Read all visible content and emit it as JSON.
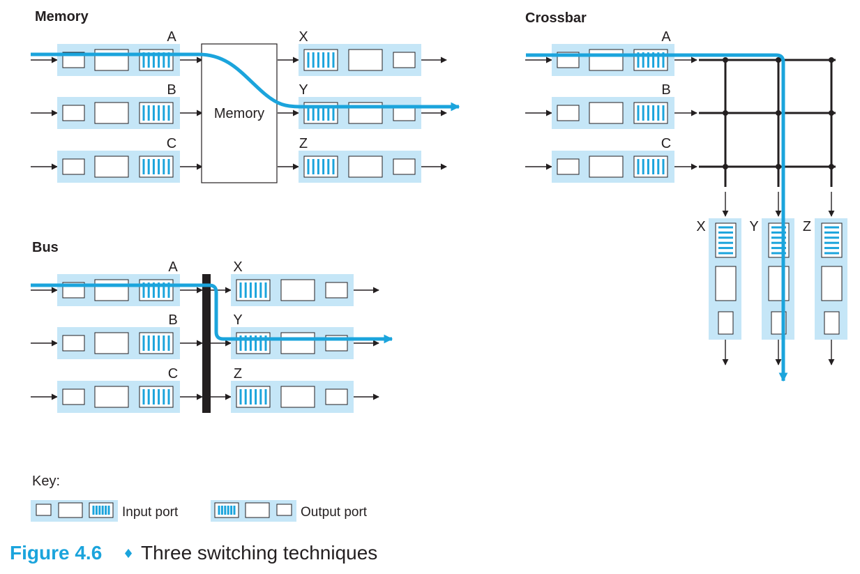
{
  "sections": {
    "memory": {
      "title": "Memory",
      "center_label": "Memory"
    },
    "crossbar": {
      "title": "Crossbar"
    },
    "bus": {
      "title": "Bus"
    }
  },
  "input_ports": [
    "A",
    "B",
    "C"
  ],
  "output_ports": [
    "X",
    "Y",
    "Z"
  ],
  "key": {
    "title": "Key:",
    "input_label": "Input port",
    "output_label": "Output port"
  },
  "caption": {
    "number": "Figure 4.6",
    "bullet": "♦",
    "text": "Three switching techniques"
  },
  "colors": {
    "port_fill": "#c5e6f7",
    "highlight": "#1ba4dc",
    "line": "#231f20",
    "box_fill": "#ffffff"
  },
  "icons": {
    "queue": "queue-icon",
    "arrow": "arrow-icon"
  }
}
